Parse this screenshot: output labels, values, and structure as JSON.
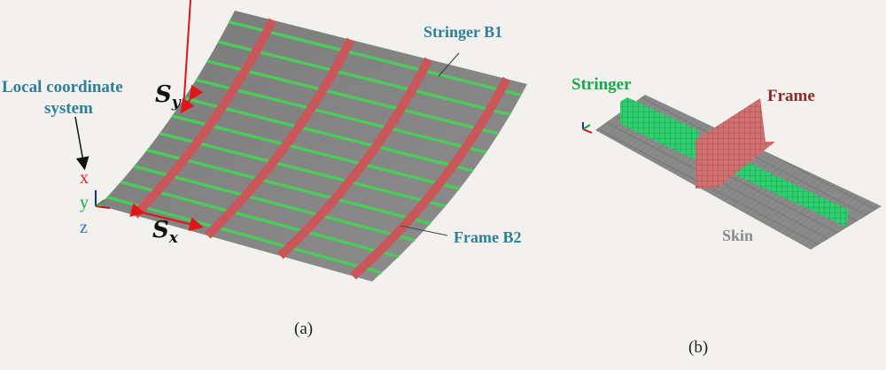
{
  "figure": {
    "panel_a": {
      "caption": "(a)",
      "labels": {
        "coordinate_system_line1": "Local coordinate",
        "coordinate_system_line2": "system",
        "stringer": "Stringer B1",
        "frame": "Frame B2"
      },
      "axes": {
        "x": "x",
        "y": "y",
        "z": "z"
      },
      "dimensions": {
        "sx_symbol": "S",
        "sx_sub": "x",
        "sy_symbol": "S",
        "sy_sub": "y"
      },
      "counts": {
        "frames": 4,
        "stringers": 11
      }
    },
    "panel_b": {
      "caption": "(b)",
      "labels": {
        "stringer": "Stringer",
        "frame": "Frame",
        "skin": "Skin"
      }
    },
    "colors": {
      "background": "#f2f1ee",
      "skin": "#858585",
      "stringer": "#4ccb5a",
      "frame": "#c9575a",
      "label_teal": "#2e7f97",
      "label_frame": "#8b2a2a",
      "label_stringer": "#1aa84a",
      "label_skin": "#8a8a8a",
      "dimension_arrow": "#e01515"
    }
  }
}
